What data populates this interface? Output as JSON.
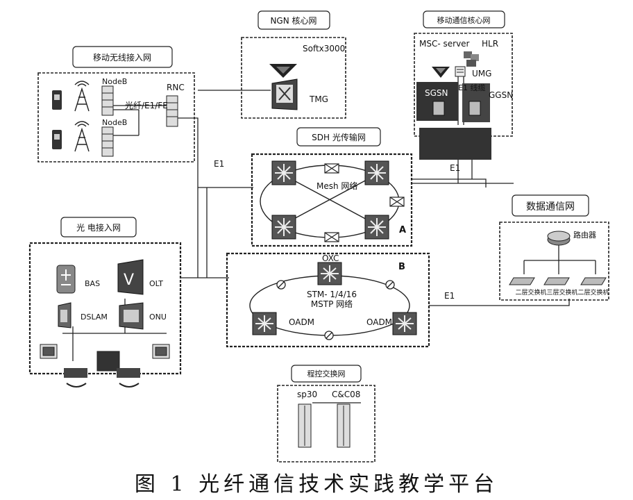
{
  "labels": {
    "ngn_title": "NGN 核心网",
    "softx": "Softx3000",
    "tmg": "TMG",
    "mobile_core_title": "移动通信核心网",
    "msc_server": "MSC- server",
    "hlr": "HLR",
    "umg": "UMG",
    "e1_line": "E1 线缆",
    "sgsn": "SGSN",
    "ggsn": "GGSN",
    "mobile_access_title": "移动无线接入网",
    "nodeb_1": "NodeB",
    "nodeb_2": "NodeB",
    "rnc": "RNC",
    "fiber_link": "光纤/E1/FE",
    "sdh_title": "SDH 光传输网",
    "mesh_net": "Mesh 网络",
    "ring_a": "A",
    "e1_left": "E1",
    "e1_mid": "E1",
    "e1_right": "E1",
    "access_title": "光 电接入网",
    "bas": "BAS",
    "olt": "OLT",
    "dslam": "DSLAM",
    "onu": "ONU",
    "oxc": "OXC",
    "ring_b": "B",
    "stm": "STM- 1/4/16",
    "mstp": "MSTP 网络",
    "oadm_left": "OADM",
    "oadm_right": "OADM",
    "data_net_title": "数据通信网",
    "router": "路由器",
    "l2_switches": "二层交换机三层交换机二层交换机",
    "pstn_title": "程控交换网",
    "sp30": "sp30",
    "cc08": "C&C08"
  },
  "caption": "图 1  光纤通信技术实践教学平台"
}
